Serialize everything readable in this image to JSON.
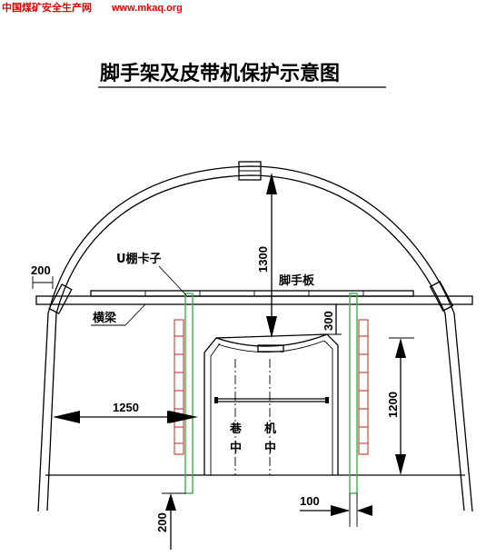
{
  "header": {
    "site_name": "中国煤矿安全生产网",
    "site_url": "www.mkaq.org"
  },
  "title": "脚手架及皮带机保护示意图",
  "labels": {
    "u_clamp": "U棚卡子",
    "scaffold_board": "脚手板",
    "crossbeam": "横梁",
    "tunnel_center_1": "巷",
    "tunnel_center_2": "中",
    "machine_center_1": "机",
    "machine_center_2": "中"
  },
  "dimensions": {
    "crossbeam_thickness": "200",
    "arch_clearance": "1300",
    "board_to_belt": "300",
    "side_distance": "1250",
    "right_height": "1200",
    "post_offset": "100",
    "bottom_depth": "200"
  },
  "colors": {
    "header": "#e60000",
    "lines": "#000000",
    "ladder": "#c23a2e",
    "posts": "#38b24a"
  }
}
